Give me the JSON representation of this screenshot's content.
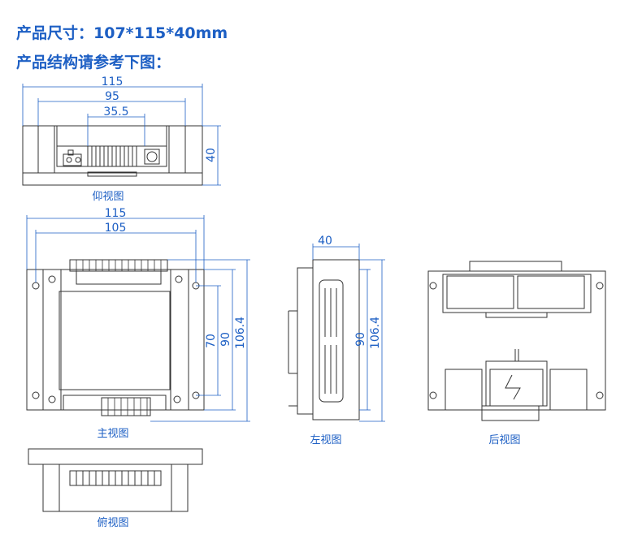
{
  "header": {
    "size_line": "产品尺寸：107*115*40mm",
    "structure_line": "产品结构请参考下图："
  },
  "captions": {
    "bottom_view": "仰视图",
    "main_view": "主视图",
    "left_view": "左视图",
    "rear_view": "后视图",
    "top_view": "俯视图"
  },
  "dimensions": {
    "bottom_width_outer": "115",
    "bottom_width_mid": "95",
    "bottom_width_inner": "35.5",
    "bottom_height": "40",
    "main_width_outer": "115",
    "main_width_holes": "105",
    "main_height_inner": "70",
    "main_height_holes": "90",
    "main_height_outer": "106.4",
    "left_width": "40",
    "left_height_inner": "90",
    "left_height_outer": "106.4"
  },
  "colors": {
    "accent": "#1d5fc4",
    "line": "#333333"
  }
}
